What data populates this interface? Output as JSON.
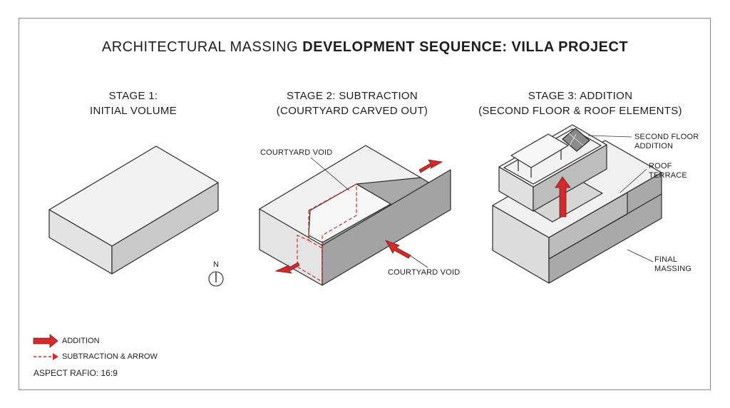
{
  "title": {
    "light": "ARCHITECTURAL MASSING ",
    "bold": "DEVELOPMENT SEQUENCE: VILLA PROJECT"
  },
  "stages": [
    {
      "line1": "STAGE 1:",
      "line2": "INITIAL VOLUME"
    },
    {
      "line1": "STAGE 2: SUBTRACTION",
      "line2": "(COURTYARD CARVED OUT)"
    },
    {
      "line1": "STAGE 3: ADDITION",
      "line2": "(SECOND FLOOR & ROOF ELEMENTS)"
    }
  ],
  "annotations": {
    "courtyard_void_top": "COURTYARD VOID",
    "courtyard_void_bottom": "COURTYARD VOID",
    "second_floor_line1": "SECOND FLOOR",
    "second_floor_line2": "ADDITION",
    "roof_terrace_line1": "ROOF",
    "roof_terrace_line2": "TERRACE",
    "final_massing_line1": "FINAL",
    "final_massing_line2": "MASSING"
  },
  "north_label": "N",
  "legend": {
    "addition": "ADDITION",
    "subtraction": "SUBTRACTION & ARROW",
    "aspect": "ASPECT RAFIO: 16:9"
  },
  "colors": {
    "accent": "#d42a2a",
    "top_face": "#f2f2f2",
    "side_light": "#e3e3e3",
    "side_dark": "#a9a9a9",
    "line": "#2b2b2b"
  }
}
